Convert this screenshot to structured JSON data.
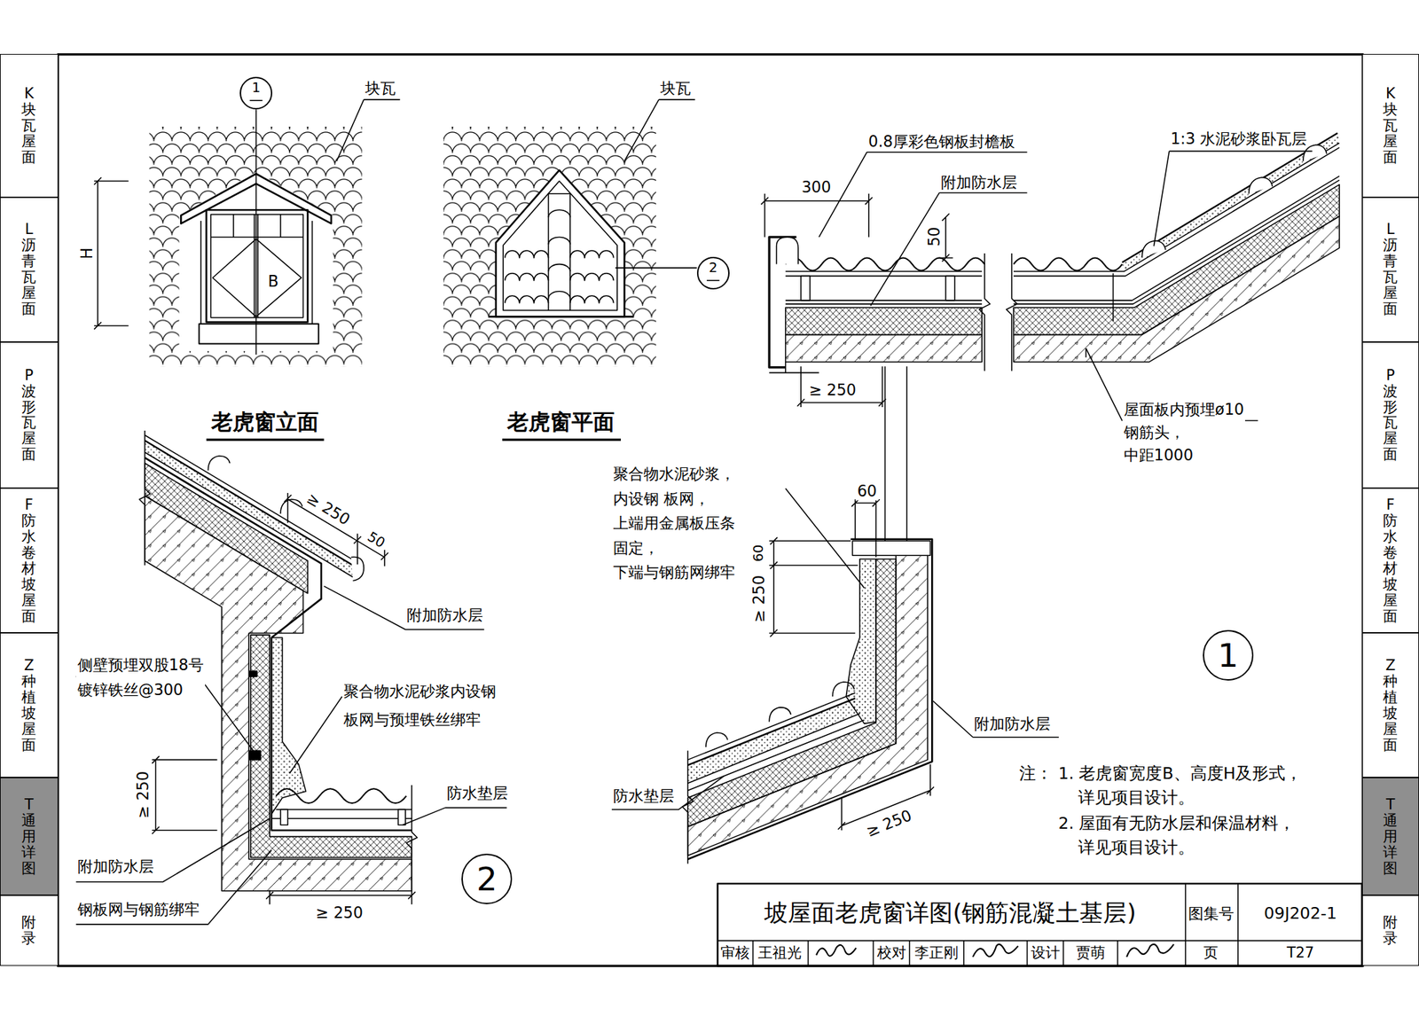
{
  "diagram": {
    "title": "坡屋面老虎窗详图(钢筋混凝土基层)",
    "nodes": [
      {
        "text": [
          "K块瓦屋面"
        ]
      },
      {
        "text": [
          "L沥青瓦屋面"
        ]
      },
      {
        "text": [
          "P波形瓦屋面"
        ]
      },
      {
        "text": [
          "F防水卷材坡屋面"
        ]
      },
      {
        "text": [
          "Z种植坡屋面"
        ]
      },
      {
        "text": [
          "T通用详图"
        ]
      },
      {
        "text": [
          "附录"
        ]
      },
      {
        "text": [
          "1"
        ]
      },
      {
        "text": [
          "2"
        ]
      },
      {
        "text": [
          "2"
        ]
      },
      {
        "text": [
          "1"
        ]
      },
      {
        "text": [
          "K块瓦屋面"
        ]
      },
      {
        "text": [
          "L沥青瓦屋面"
        ]
      },
      {
        "text": [
          "P波形瓦屋面"
        ]
      },
      {
        "text": [
          "F防水卷材坡屋面"
        ]
      },
      {
        "text": [
          "Z种植坡屋面"
        ]
      },
      {
        "text": [
          "T通用详图"
        ]
      },
      {
        "text": [
          "附录"
        ]
      }
    ],
    "labels": [
      "块瓦",
      "块瓦",
      "H",
      "B",
      "老虎窗立面",
      "老虎窗平面",
      "0.8厚彩色钢板封檐板",
      "附加防水层",
      "1:3 水泥砂浆卧瓦层",
      "300",
      "50",
      "≥ 250",
      "屋面板内预埋ø10 钢筋头，中距1000",
      "聚合物水泥砂浆，内设钢 板网，上端用金属板压条 固定，下端与钢筋网绑牢",
      "60",
      "60",
      "≥ 250",
      "附加防水层",
      "防水垫层",
      "≥ 250",
      "注：",
      "1. 老虎窗宽度B、高度H及形式，",
      "详见项目设计。",
      "2. 屋面有无防水层和保温材料，",
      "详见项目设计。",
      "≥ 250",
      "50",
      "附加防水层",
      "侧壁预埋双股18号 镀锌铁丝@300",
      "聚合物水泥砂浆内设钢 板网与预埋铁丝绑牢",
      "≥ 250",
      "防水垫层",
      "附加防水层",
      "钢板网与钢筋绑牢",
      "≥ 250",
      "图集号",
      "09J202-1",
      "审核",
      "王祖光",
      "校对",
      "李正刚",
      "设计",
      "贾萌",
      "页",
      "T27"
    ]
  }
}
